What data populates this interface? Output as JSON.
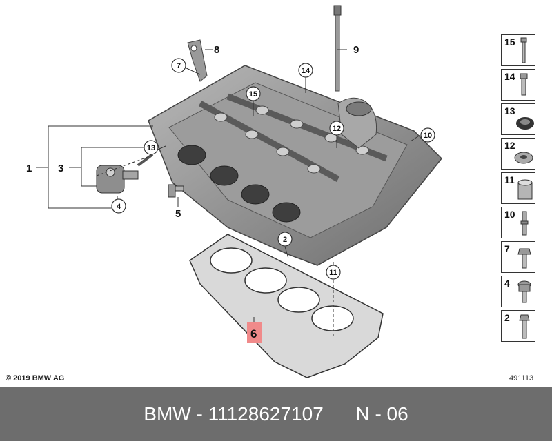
{
  "callouts": {
    "c1": "1",
    "c2": "2",
    "c3": "3",
    "c4": "4",
    "c5": "5",
    "c6": "6",
    "c7": "7",
    "c8": "8",
    "c9": "9",
    "c10": "10",
    "c11": "11",
    "c12": "12",
    "c13": "13",
    "c14": "14",
    "c15": "15"
  },
  "legend": [
    "15",
    "14",
    "13",
    "12",
    "11",
    "10",
    "7",
    "4",
    "2"
  ],
  "copyright": "© 2019 BMW AG",
  "ref_number": "491113",
  "footer": {
    "brand": "BMW",
    "part_number": "11128627107",
    "diagram_ref": "N - 06",
    "background": "#6d6d6d",
    "text_color": "#ffffff"
  },
  "colors": {
    "highlight": "#f08a8a",
    "part_gray": "#8a8a8a"
  }
}
